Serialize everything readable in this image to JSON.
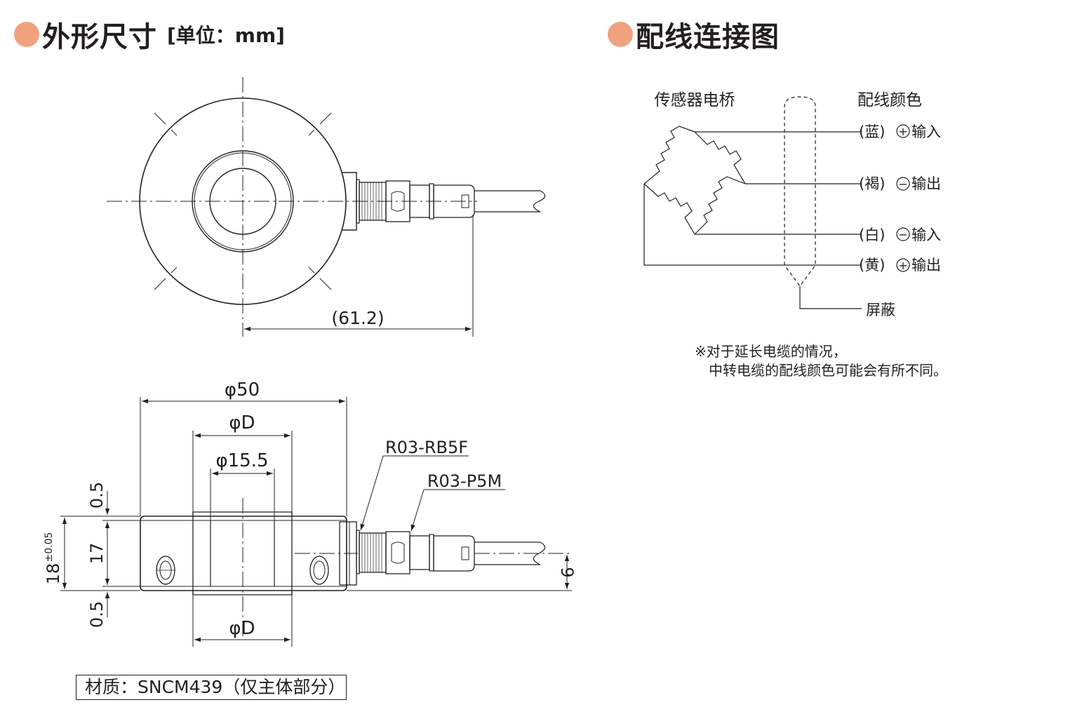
{
  "dimensions_section": {
    "title": "外形尺寸",
    "unit": "[单位：mm]",
    "top_view": {
      "length_label": "(61.2)"
    },
    "side_view": {
      "outer_diameter": "φ50",
      "upper_bore": "φD",
      "inner_diameter": "φ15.5",
      "lower_bore": "φD",
      "top_gap": "0.5",
      "body_height": "17",
      "total_height": "18",
      "tolerance": "±0.05",
      "bottom_gap": "0.5",
      "cable_axis_height": "9",
      "connector_1": "R03-RB5F",
      "connector_2": "R03-P5M"
    },
    "material": "材质：SNCM439（仅主体部分）"
  },
  "wiring_section": {
    "title": "配线连接图",
    "bridge_label": "传感器电桥",
    "color_header": "配线颜色",
    "wires": [
      {
        "color": "(蓝)",
        "sign": "+",
        "function": "输入"
      },
      {
        "color": "(褐)",
        "sign": "−",
        "function": "输出"
      },
      {
        "color": "(白)",
        "sign": "−",
        "function": "输入"
      },
      {
        "color": "(黄)",
        "sign": "+",
        "function": "输出"
      }
    ],
    "shield_label": "屏蔽",
    "note_line1": "※对于延长电缆的情况，",
    "note_line2": "中转电缆的配线颜色可能会有所不同。"
  },
  "colors": {
    "bullet": "#f0a27e",
    "line": "#231f20"
  }
}
